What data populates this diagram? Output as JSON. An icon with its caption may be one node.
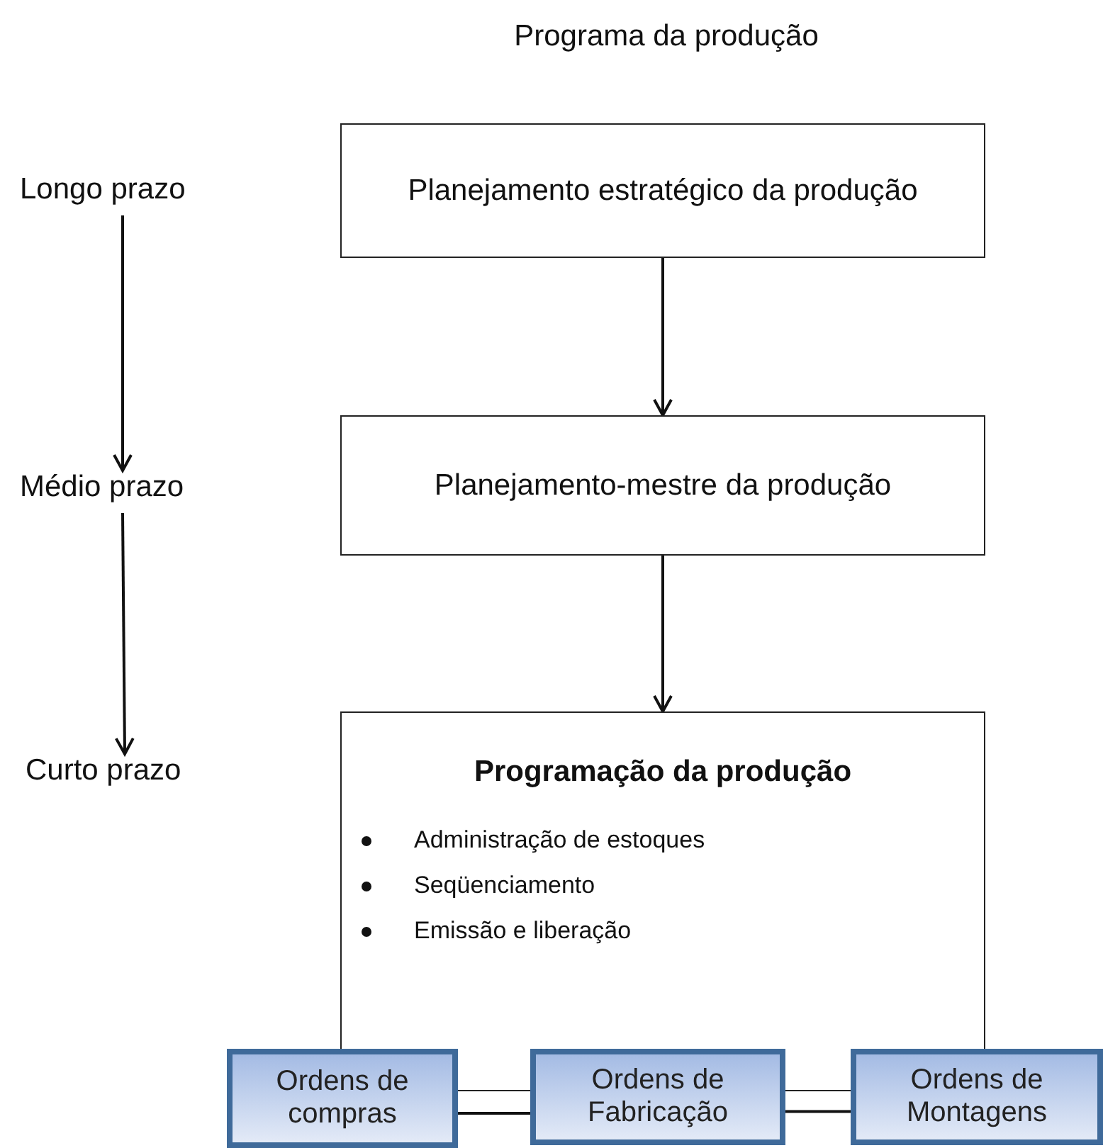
{
  "diagram": {
    "title": "Programa da produção",
    "nodes": [
      {
        "text": [
          "Longo prazo"
        ]
      },
      {
        "text": [
          "Planejamento estratégico da produção"
        ]
      },
      {
        "text": [
          "Médio prazo"
        ]
      },
      {
        "text": [
          "Planejamento-mestre da produção"
        ]
      },
      {
        "text": [
          "Curto prazo"
        ]
      },
      {
        "text": [
          "Programação da produção",
          "Administração de estoques",
          "Seqüenciamento",
          "Emissão e liberação"
        ]
      },
      {
        "text": [
          "Ordens de compras"
        ]
      },
      {
        "text": [
          "Ordens de Fabricação"
        ]
      },
      {
        "text": [
          "Ordens de Montagens"
        ]
      }
    ],
    "edges": [
      {
        "from": 0,
        "to": 2,
        "arrow": "to"
      },
      {
        "from": 1,
        "to": 3,
        "arrow": "to"
      },
      {
        "from": 2,
        "to": 4,
        "arrow": "to"
      },
      {
        "from": 3,
        "to": 5,
        "arrow": "to"
      },
      {
        "from": 6,
        "to": 7,
        "arrow": "none"
      },
      {
        "from": 7,
        "to": 8,
        "arrow": "none"
      }
    ]
  }
}
